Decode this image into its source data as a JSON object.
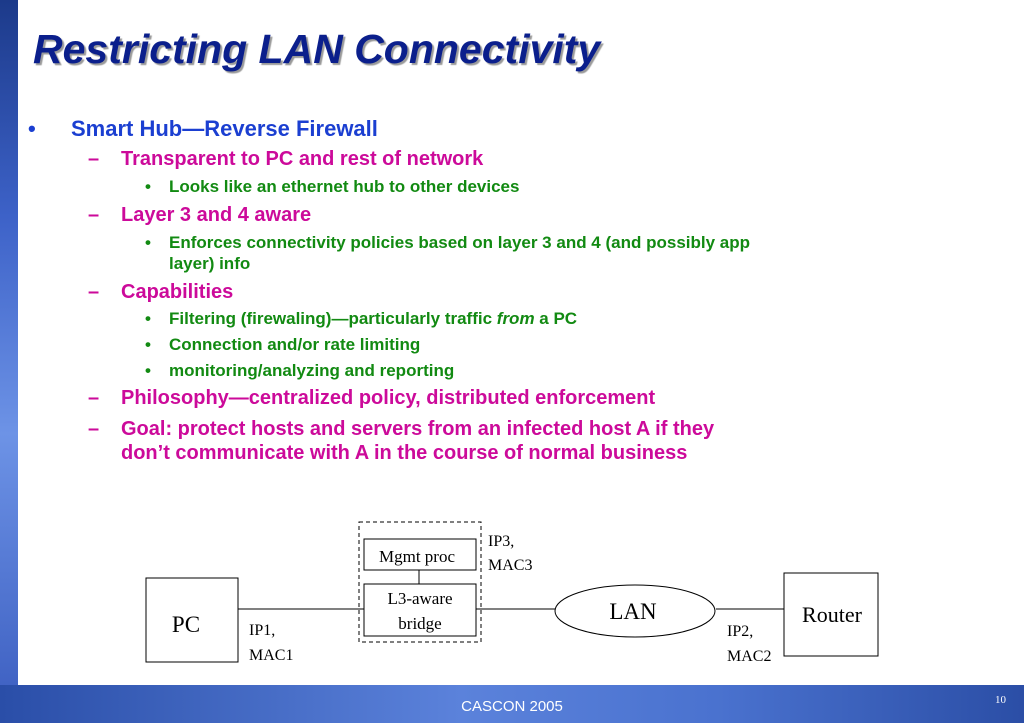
{
  "title": "Restricting LAN Connectivity",
  "outline": {
    "main": "Smart Hub—Reverse Firewall",
    "transparent": {
      "label": "Transparent to PC and rest of network",
      "sub": "Looks like an ethernet hub to other devices"
    },
    "layer": {
      "label": "Layer 3 and 4 aware",
      "sub_line1": "Enforces connectivity policies based on layer 3 and 4 (and possibly app",
      "sub_line2": "layer) info"
    },
    "capabilities": {
      "label": "Capabilities",
      "filter_pre": "Filtering (firewaling)—particularly traffic ",
      "filter_em": "from",
      "filter_post": " a PC",
      "conn": "Connection and/or rate limiting",
      "monitor": "monitoring/analyzing and reporting"
    },
    "philosophy": "Philosophy—centralized policy, distributed enforcement",
    "goal_line1": "Goal: protect hosts and servers from an infected host A if they",
    "goal_line2": "don’t communicate with A in the course of normal business"
  },
  "diagram": {
    "pc": "PC",
    "mgmt": "Mgmt proc",
    "bridge_line1": "L3-aware",
    "bridge_line2": "bridge",
    "lan": "LAN",
    "router": "Router",
    "ip1": "IP1,",
    "mac1": "MAC1",
    "ip2": "IP2,",
    "mac2": "MAC2",
    "ip3": "IP3,",
    "mac3": "MAC3"
  },
  "footer": "CASCON 2005",
  "page_number": "10",
  "colors": {
    "title": "#0b1f8c",
    "level1": "#1b3fd1",
    "level2": "#cc0a9a",
    "level3": "#128a12",
    "bar": "#3d62c8"
  },
  "bullet_glyphs": {
    "level1": "•",
    "level2": "–",
    "level3": "•"
  }
}
